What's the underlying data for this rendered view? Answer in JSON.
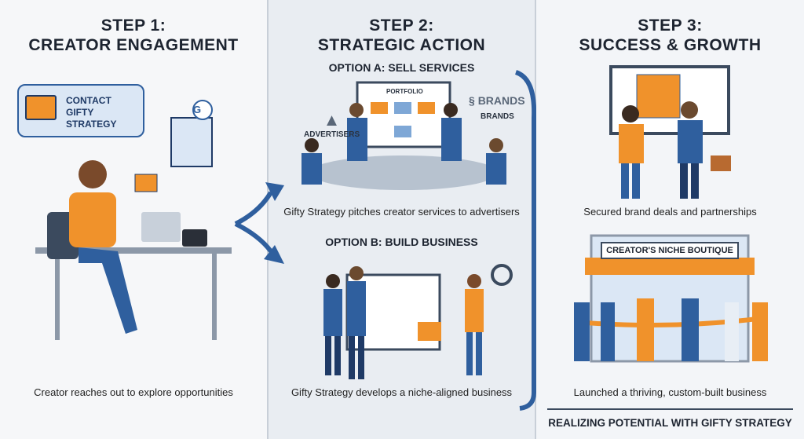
{
  "step1": {
    "title_line1": "STEP 1:",
    "title_line2": "CREATOR ENGAGEMENT",
    "bubble": "CONTACT GIFTY STRATEGY",
    "building_logo": "G",
    "caption": "Creator reaches out to explore opportunities"
  },
  "step2": {
    "title_line1": "STEP 2:",
    "title_line2": "STRATEGIC ACTION",
    "option_a": "OPTION A: SELL SERVICES",
    "board_title": "PORTFOLIO",
    "advertisers": "ADVERTISERS",
    "brands_logo": "BRANDS",
    "brands": "BRANDS",
    "caption_a": "Gifty Strategy pitches creator services to advertisers",
    "option_b": "OPTION B: BUILD BUSINESS",
    "caption_b": "Gifty Strategy develops a niche-aligned business"
  },
  "step3": {
    "title_line1": "STEP 3:",
    "title_line2": "SUCCESS & GROWTH",
    "caption_a": "Secured brand deals and partnerships",
    "store_sign": "CREATOR'S NICHE BOUTIQUE",
    "caption_b": "Launched a thriving, custom-built business",
    "footer": "REALIZING POTENTIAL WITH GIFTY STRATEGY"
  },
  "colors": {
    "orange": "#f0922b",
    "blue": "#2f5f9e",
    "navy": "#1f3a66"
  }
}
